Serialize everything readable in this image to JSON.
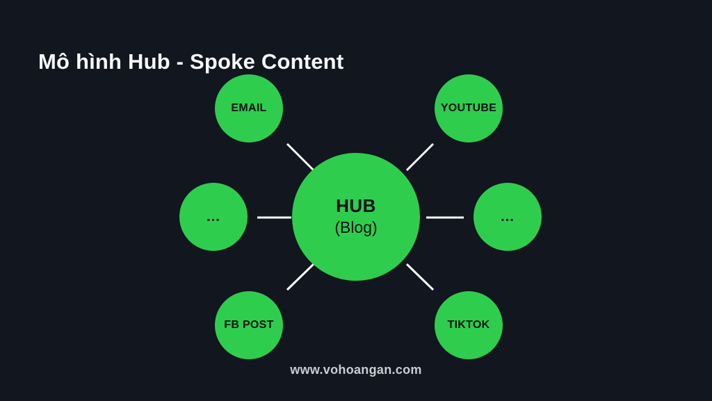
{
  "page": {
    "title": "Mô hình Hub - Spoke Content",
    "footer": "www.vohoangan.com"
  },
  "diagram": {
    "hub": {
      "title": "HUB",
      "subtitle": "(Blog)"
    },
    "spokes": [
      {
        "id": "email",
        "label": "EMAIL"
      },
      {
        "id": "youtube",
        "label": "YOUTUBE"
      },
      {
        "id": "more-left",
        "label": "..."
      },
      {
        "id": "more-right",
        "label": "..."
      },
      {
        "id": "fb-post",
        "label": "FB POST"
      },
      {
        "id": "tiktok",
        "label": "TIKTOK"
      }
    ],
    "colors": {
      "background": "#12161f",
      "node_fill": "#2fcd4e",
      "node_text": "#0c0f16",
      "connector": "#ffffff",
      "title_text": "#f7f8fa",
      "footer_text": "#c9cdd4"
    }
  }
}
